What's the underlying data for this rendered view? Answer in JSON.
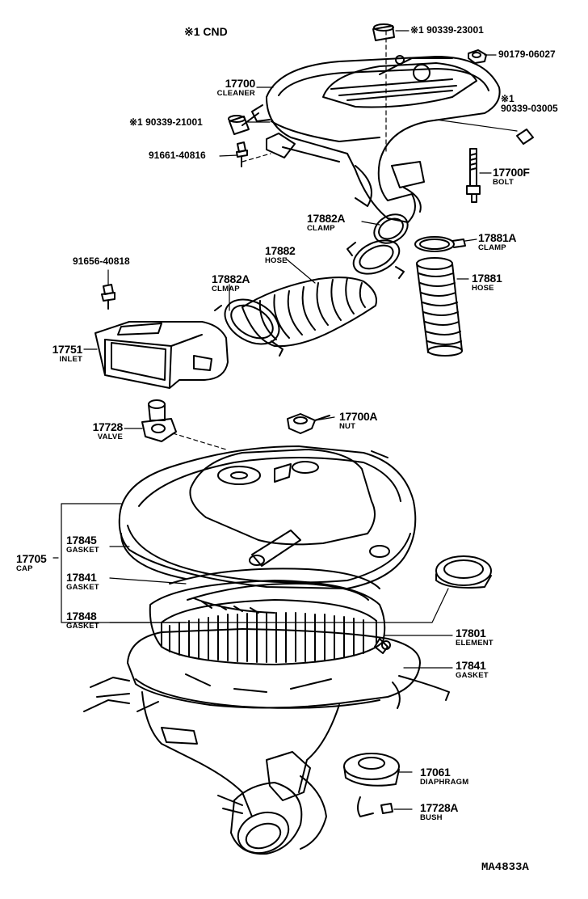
{
  "header": {
    "note_mark": "※1",
    "note_text": "CND"
  },
  "parts": {
    "p90339_23001": "※1 90339-23001",
    "p90179_06027": "90179-06027",
    "p17700_num": "17700",
    "p17700_name": "CLEANER",
    "p90339_03005_mark": "※1",
    "p90339_03005": "90339-03005",
    "p90339_21001": "※1 90339-21001",
    "p91661_40816": "91661-40816",
    "p17700F_num": "17700F",
    "p17700F_name": "BOLT",
    "p17882A_top_num": "17882A",
    "p17882A_top_name": "CLAMP",
    "p17881A_num": "17881A",
    "p17881A_name": "CLAMP",
    "p17882_num": "17882",
    "p17882_name": "HOSE",
    "p91656_40818": "91656-40818",
    "p17882A_left_num": "17882A",
    "p17882A_left_name": "CLMAP",
    "p17881_num": "17881",
    "p17881_name": "HOSE",
    "p17751_num": "17751",
    "p17751_name": "INLET",
    "p17728_num": "17728",
    "p17728_name": "VALVE",
    "p17700A_num": "17700A",
    "p17700A_name": "NUT",
    "p17705_num": "17705",
    "p17705_name": "CAP",
    "p17845_num": "17845",
    "p17845_name": "GASKET",
    "p17841a_num": "17841",
    "p17841a_name": "GASKET",
    "p17848_num": "17848",
    "p17848_name": "GASKET",
    "p17801_num": "17801",
    "p17801_name": "ELEMENT",
    "p17841b_num": "17841",
    "p17841b_name": "GASKET",
    "p17061_num": "17061",
    "p17061_name": "DIAPHRAGM",
    "p17728A_num": "17728A",
    "p17728A_name": "BUSH"
  },
  "footer": {
    "code": "MA4833A"
  }
}
